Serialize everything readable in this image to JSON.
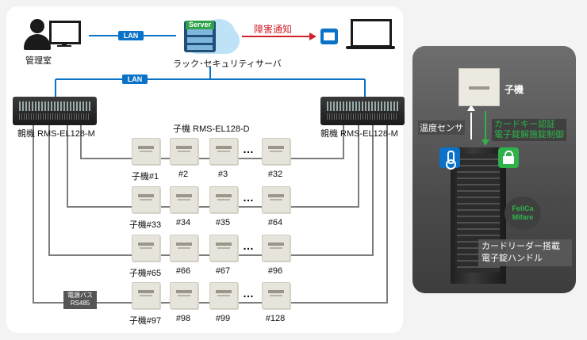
{
  "server": {
    "badge": "Server",
    "caption": "ラック･セキュリティサーバ"
  },
  "admin": {
    "label": "管理室"
  },
  "lan": [
    "LAN",
    "LAN"
  ],
  "alert": {
    "label": "障害通知"
  },
  "parents": [
    "親機 RMS-EL128-M",
    "親機 RMS-EL128-M"
  ],
  "child_header": "子機 RMS-EL128-D",
  "rows": [
    [
      "子機#1",
      "#2",
      "#3",
      "#32"
    ],
    [
      "子機#33",
      "#34",
      "#35",
      "#64"
    ],
    [
      "子機#65",
      "#66",
      "#67",
      "#96"
    ],
    [
      "子機#97",
      "#98",
      "#99",
      "#128"
    ]
  ],
  "ellipsis": "…",
  "bus": {
    "line1": "電源バス",
    "line2": "RS485"
  },
  "right": {
    "child": "子機",
    "sensor": "温度センサ",
    "auth_line1": "カードキー認証",
    "auth_line2": "電子錠解施錠制御",
    "felica_line1": "FeliCa",
    "felica_line2": "Mifare",
    "handle_line1": "カードリーダー搭載",
    "handle_line2": "電子錠ハンドル"
  },
  "colors": {
    "lan": "#0b73c7",
    "alert": "#d2222a",
    "green": "#2fb24a"
  }
}
